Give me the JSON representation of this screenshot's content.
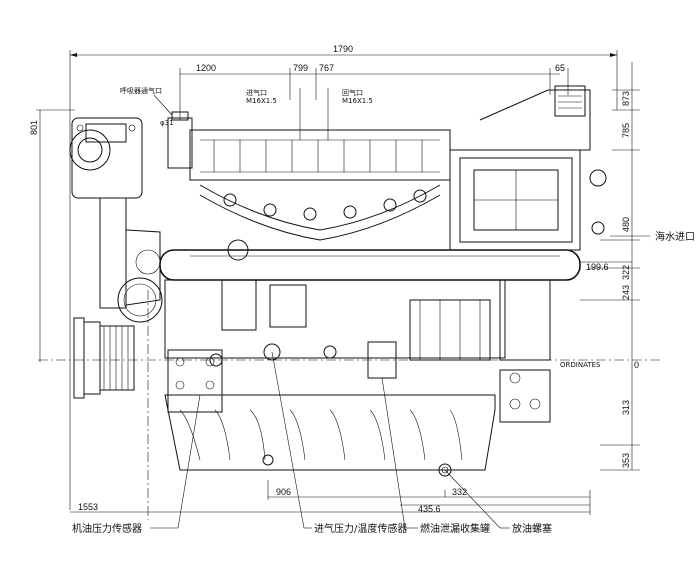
{
  "dimensions": {
    "total_length": "1790",
    "d1200": "1200",
    "d799": "799",
    "d767": "767",
    "d65": "65",
    "d873": "873",
    "d785": "785",
    "d801": "801",
    "d480": "480",
    "d199": "199.6",
    "d322": "322",
    "d243": "243",
    "d313": "313",
    "d353": "353",
    "d0": "0",
    "d1553": "1553",
    "d906": "906",
    "d435": "435.6",
    "d332": "332",
    "phi31": "φ31"
  },
  "labels": {
    "breather_outlet": "呼吸器通气口",
    "inlet_top": "进气口",
    "inlet_thread": "M16X1.5",
    "outlet_top": "回气口",
    "outlet_thread": "M16X1.5",
    "seawater_inlet": "海水进口",
    "ordinates": "ORDINATES",
    "oil_pressure_sensor": "机油压力传感器",
    "intake_sensor": "进气压力/温度传感器",
    "fuel_leak_tank": "燃油泄漏收集罐",
    "drain_plug": "放油螺塞"
  }
}
